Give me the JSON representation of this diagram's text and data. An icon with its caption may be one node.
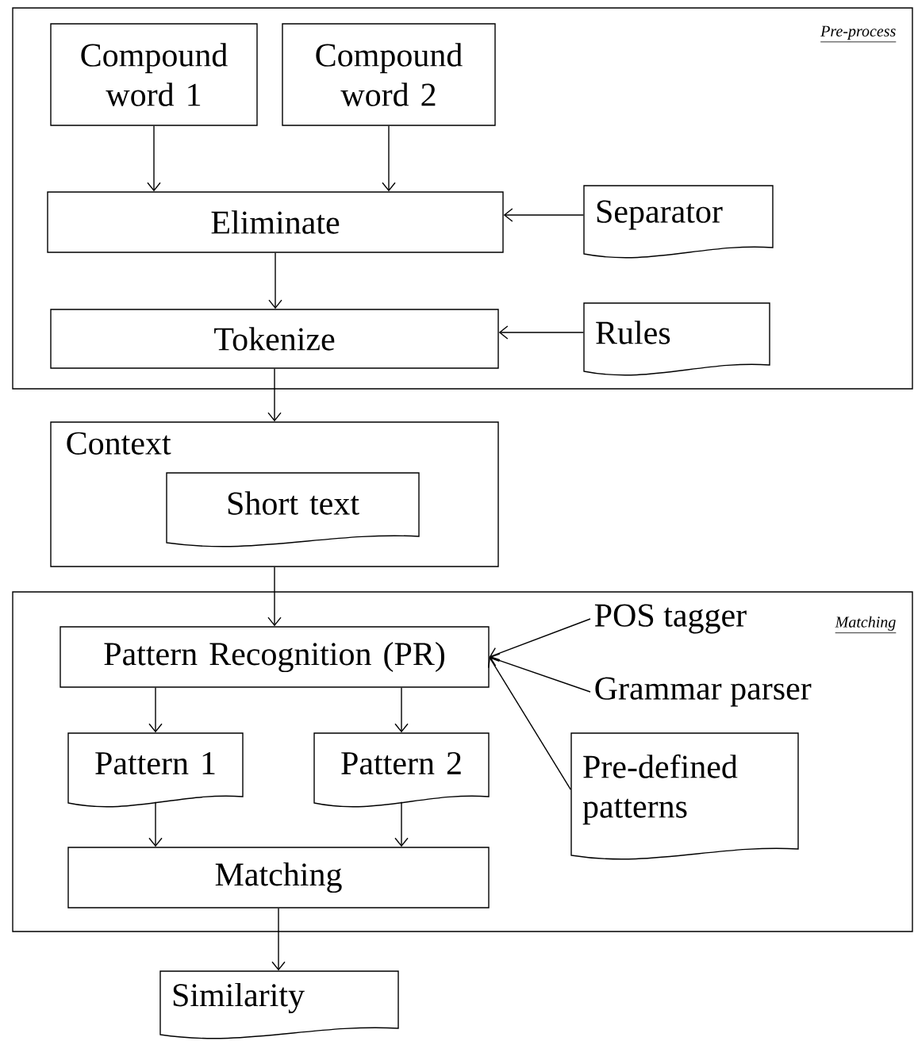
{
  "diagram": {
    "nodes": [
      {
        "text": [
          "Pre-process"
        ]
      },
      {
        "text": [
          "Compound word 1"
        ],
        "in": 0
      },
      {
        "text": [
          "Compound word 2"
        ],
        "in": 0
      },
      {
        "text": [
          "Eliminate"
        ],
        "in": 0
      },
      {
        "text": [
          "Separator"
        ],
        "in": 0
      },
      {
        "text": [
          "Tokenize"
        ],
        "in": 0
      },
      {
        "text": [
          "Rules"
        ],
        "in": 0
      },
      {
        "text": [
          "Context"
        ]
      },
      {
        "text": [
          "Short text"
        ],
        "in": 7
      },
      {
        "text": [
          "Matching"
        ]
      },
      {
        "text": [
          "Pattern Recognition (PR)"
        ],
        "in": 9
      },
      {
        "text": [
          "POS tagger"
        ],
        "in": 9
      },
      {
        "text": [
          "Grammar parser"
        ],
        "in": 9
      },
      {
        "text": [
          "Pattern 1"
        ],
        "in": 9
      },
      {
        "text": [
          "Pattern 2"
        ],
        "in": 9
      },
      {
        "text": [
          "Pre-defined patterns"
        ],
        "in": 9
      },
      {
        "text": [
          "Matching"
        ],
        "in": 9
      },
      {
        "text": [
          "Similarity"
        ]
      }
    ],
    "edges": [
      {
        "from": 1,
        "to": 3,
        "arrow": "to"
      },
      {
        "from": 2,
        "to": 3,
        "arrow": "to"
      },
      {
        "from": 4,
        "to": 3,
        "arrow": "to"
      },
      {
        "from": 3,
        "to": 5,
        "arrow": "to"
      },
      {
        "from": 6,
        "to": 5,
        "arrow": "to"
      },
      {
        "from": 5,
        "to": 7,
        "arrow": "to"
      },
      {
        "from": 7,
        "to": 10,
        "arrow": "to"
      },
      {
        "from": 11,
        "to": 10,
        "arrow": "to"
      },
      {
        "from": 12,
        "to": 10,
        "arrow": "to"
      },
      {
        "from": 15,
        "to": 10,
        "arrow": "to"
      },
      {
        "from": 10,
        "to": 13,
        "arrow": "to"
      },
      {
        "from": 10,
        "to": 14,
        "arrow": "to"
      },
      {
        "from": 13,
        "to": 16,
        "arrow": "to"
      },
      {
        "from": 14,
        "to": 16,
        "arrow": "to"
      },
      {
        "from": 16,
        "to": 17,
        "arrow": "to"
      }
    ]
  }
}
